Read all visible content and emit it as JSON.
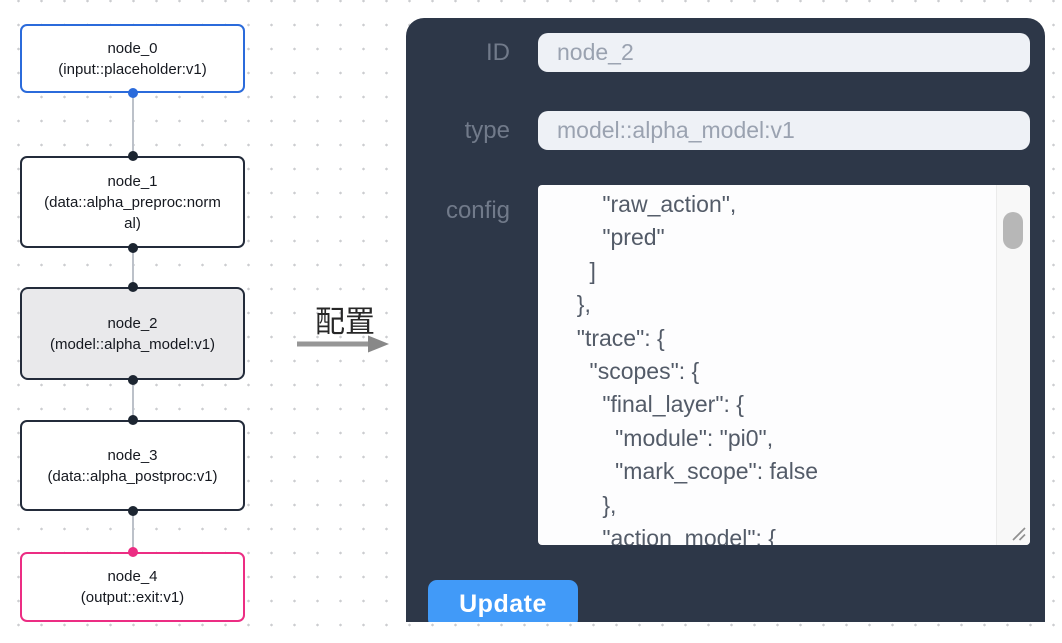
{
  "graph": {
    "nodes": [
      {
        "name": "node_0",
        "type": "(input::placeholder:v1)",
        "accent": "blue"
      },
      {
        "name": "node_1",
        "type": "(data::alpha_preproc:normal)",
        "accent": "default"
      },
      {
        "name": "node_2",
        "type": "(model::alpha_model:v1)",
        "accent": "selected"
      },
      {
        "name": "node_3",
        "type": "(data::alpha_postproc:v1)",
        "accent": "default"
      },
      {
        "name": "node_4",
        "type": "(output::exit:v1)",
        "accent": "pink"
      }
    ]
  },
  "transfer": {
    "label": "配置"
  },
  "panel": {
    "fields": [
      {
        "label": "ID",
        "value": "node_2"
      },
      {
        "label": "type",
        "value": "model::alpha_model:v1"
      }
    ],
    "config_label": "config",
    "config_lines": [
      "      \"raw_action\",",
      "      \"pred\"",
      "    ]",
      "  },",
      "  \"trace\": {",
      "    \"scopes\": {",
      "      \"final_layer\": {",
      "        \"module\": \"pi0\",",
      "        \"mark_scope\": false",
      "      },",
      "      \"action_model\": {"
    ],
    "update_label": "Update"
  },
  "colors": {
    "accent_blue": "#2b6bdb",
    "accent_pink": "#ec2d83",
    "panel_bg": "#2d3748",
    "button_blue": "#419af8",
    "selected_fill": "#e9e9eb"
  }
}
